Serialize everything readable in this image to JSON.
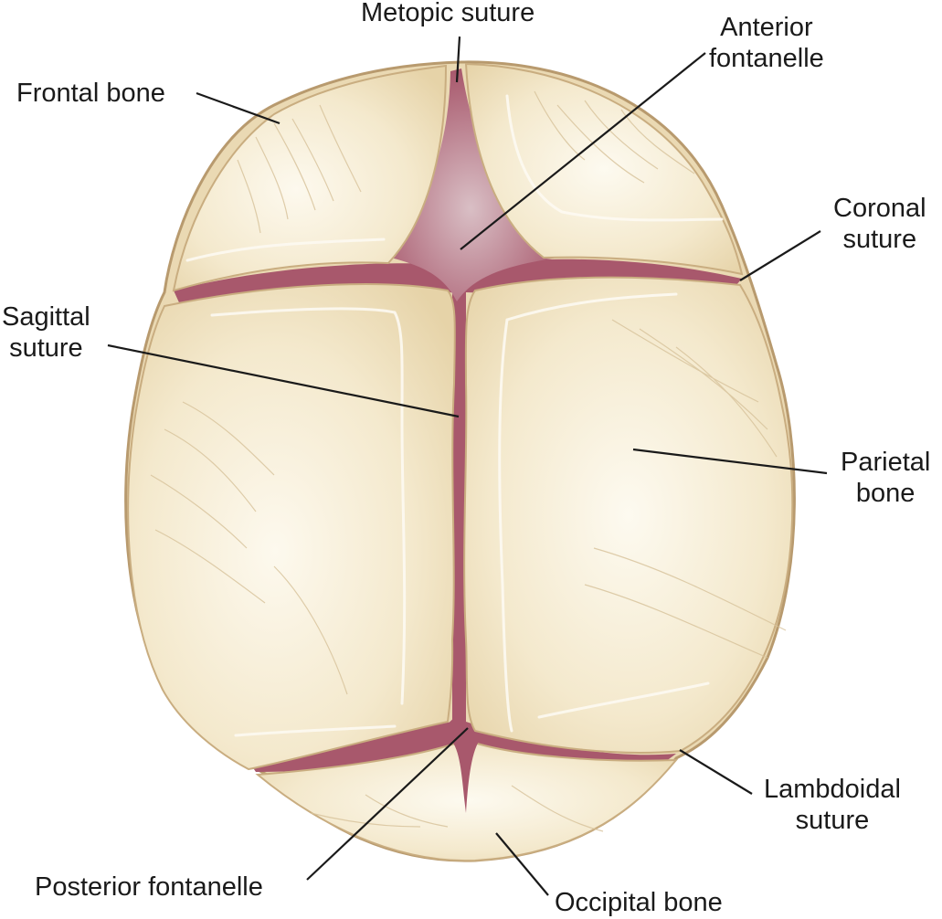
{
  "labels": {
    "metopic_suture": "Metopic suture",
    "anterior_fontanelle": [
      "Anterior",
      "fontanelle"
    ],
    "frontal_bone": "Frontal bone",
    "coronal_suture": [
      "Coronal",
      "suture"
    ],
    "sagittal_suture": [
      "Sagittal",
      "suture"
    ],
    "parietal_bone": [
      "Parietal",
      "bone"
    ],
    "lambdoidal_suture": [
      "Lambdoidal",
      "suture"
    ],
    "posterior_fontanelle": "Posterior fontanelle",
    "occipital_bone": "Occipital bone"
  },
  "colors": {
    "bone_fill": "#f2e6c8",
    "bone_highlight": "#fbf6e8",
    "bone_outline": "#b89a6e",
    "suture_fill": "#a8586c",
    "fontanelle_fill": "#c09aa4",
    "leader_line": "#1a1a1a",
    "label_text": "#1a1a1a"
  }
}
